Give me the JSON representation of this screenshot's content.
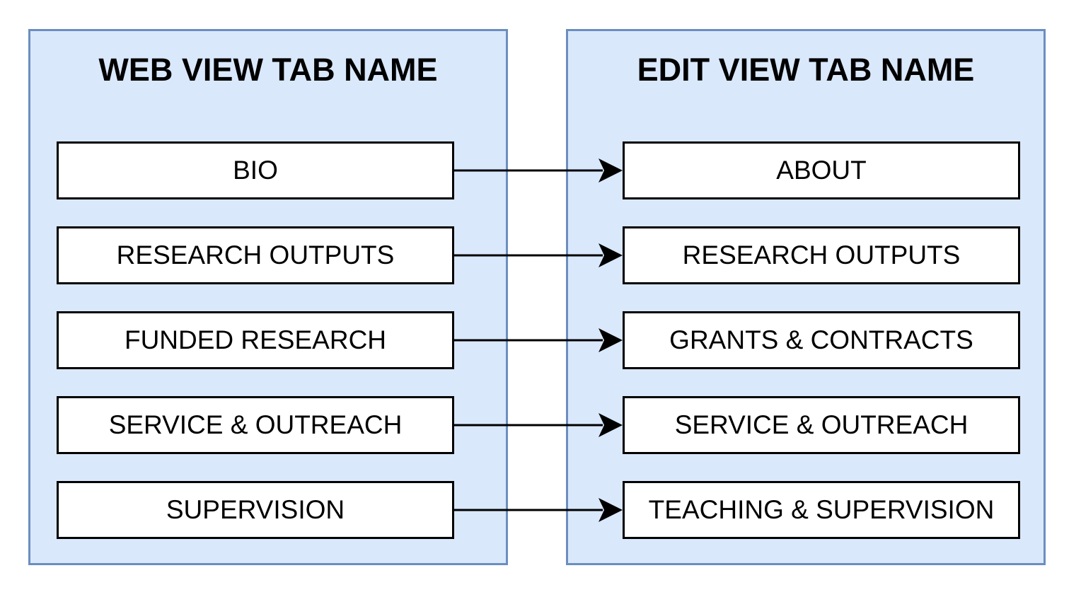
{
  "web_view": {
    "title": "WEB VIEW TAB NAME",
    "tabs": [
      "BIO",
      "RESEARCH OUTPUTS",
      "FUNDED RESEARCH",
      "SERVICE & OUTREACH",
      "SUPERVISION"
    ]
  },
  "edit_view": {
    "title": "EDIT VIEW TAB NAME",
    "tabs": [
      "ABOUT",
      "RESEARCH OUTPUTS",
      "GRANTS & CONTRACTS",
      "SERVICE & OUTREACH",
      "TEACHING & SUPERVISION"
    ]
  },
  "colors": {
    "panel_fill": "#dae8fc",
    "panel_border": "#6c8ebf",
    "box_border": "#000000",
    "arrow": "#000000"
  }
}
